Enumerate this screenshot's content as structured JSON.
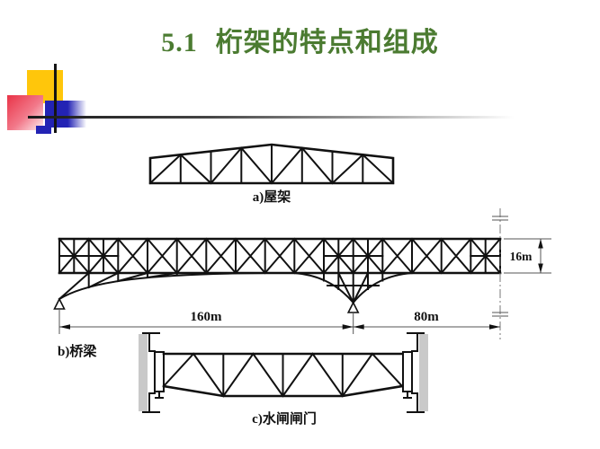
{
  "slide": {
    "title": {
      "number": "5.1",
      "text": "桁架的特点和组成"
    },
    "figures": {
      "roof": {
        "caption": "a)屋架"
      },
      "bridge": {
        "caption": "b)桥梁",
        "dim_left_span": "160m",
        "dim_right_span": "80m",
        "dim_height": "16m"
      },
      "gate": {
        "caption": "c)水闸闸门"
      }
    },
    "colors": {
      "title_green": "#4b7b31",
      "drawing_black": "#111111",
      "accent_yellow": "#ffc60b",
      "accent_red": "#e93347",
      "accent_blue": "#2323b4",
      "background": "#ffffff"
    }
  }
}
